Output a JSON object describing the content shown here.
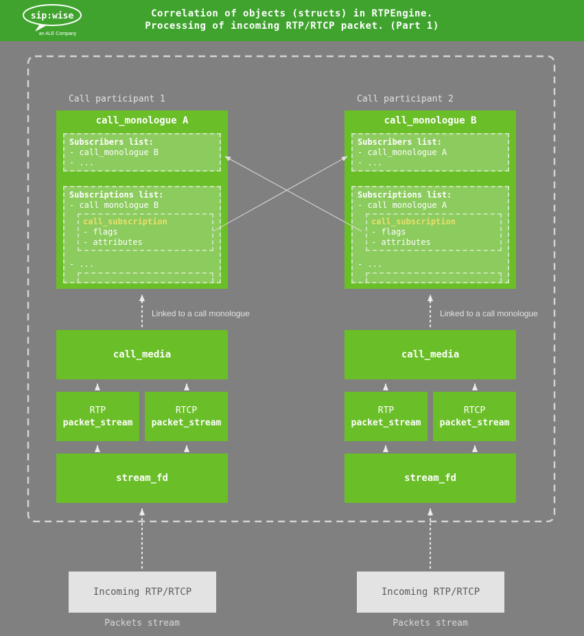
{
  "colors": {
    "bg": "#808080",
    "header-green": "#3fa32e",
    "box-green": "#6abe28",
    "inner-green": "#8ccb5e",
    "subscription-yellow": "#e8e06a",
    "incoming-gray": "#e3e3e3",
    "line-gray": "#e8e8e8"
  },
  "header": {
    "title_line1": "Correlation of objects (structs) in RTPEngine.",
    "title_line2": "Processing of incoming RTP/RTCP packet. (Part 1)",
    "logo_brand": "sip:wise",
    "logo_subtext": "an ALE Company"
  },
  "participants": [
    {
      "label": "Call participant 1",
      "monologue_title": "call_monologue A",
      "subscribers_title": "Subscribers list:",
      "subscribers_items": [
        "- call_monologue B",
        "- ..."
      ],
      "subscriptions_title": "Subscriptions list:",
      "subscriptions_item1": "- call monologue B",
      "subscription_box_title": "call_subscription",
      "subscription_items": [
        "- flags",
        "- attributes"
      ],
      "subscriptions_more": "- ...",
      "linked_label": "Linked to a call monologue",
      "call_media_label": "call_media",
      "rtp_label": "RTP",
      "rtcp_label": "RTCP",
      "packet_stream_label": "packet_stream",
      "packet_stream_label2": "packet_stream",
      "stream_fd_label": "stream_fd",
      "incoming_label": "Incoming RTP/RTCP",
      "packets_stream_label": "Packets stream"
    },
    {
      "label": "Call participant 2",
      "monologue_title": "call_monologue B",
      "subscribers_title": "Subscribers list:",
      "subscribers_items": [
        "- call_monologue A",
        "- ..."
      ],
      "subscriptions_title": "Subscriptions list:",
      "subscriptions_item1": "- call monologue A",
      "subscription_box_title": "call_subscription",
      "subscription_items": [
        "- flags",
        "- attributes"
      ],
      "subscriptions_more": "- ...",
      "linked_label": "Linked to a call monologue",
      "call_media_label": "call_media",
      "rtp_label": "RTP",
      "rtcp_label": "RTCP",
      "packet_stream_label": "packet_stream",
      "packet_stream_label2": "packet_stream",
      "stream_fd_label": "stream_fd",
      "incoming_label": "Incoming RTP/RTCP",
      "packets_stream_label": "Packets stream"
    }
  ]
}
